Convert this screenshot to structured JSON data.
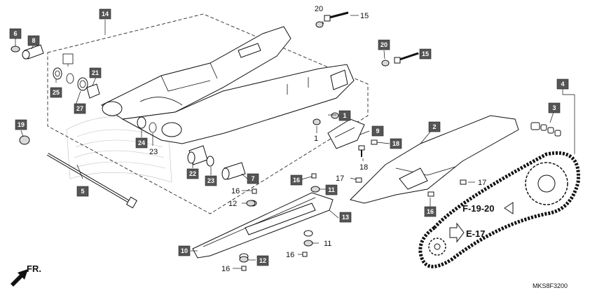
{
  "callouts": {
    "c1": "1",
    "c2": "2",
    "c3": "3",
    "c4": "4",
    "c5": "5",
    "c6": "6",
    "c7": "7",
    "c8": "8",
    "c9": "9",
    "c10": "10",
    "c11": "11",
    "c12": "12",
    "c13": "13",
    "c14": "14",
    "c15": "15",
    "c16": "16",
    "c18": "18",
    "c19": "19",
    "c20": "20",
    "c21": "21",
    "c22": "22",
    "c23": "23",
    "c24": "24",
    "c25": "25",
    "c27": "27"
  },
  "plain_labels": {
    "p20": "20",
    "p15": "15",
    "p1": "1",
    "p23": "23",
    "p18": "18",
    "p17a": "17",
    "p17b": "17",
    "p16a": "16",
    "p12": "12",
    "p11": "11",
    "p16b": "16",
    "p16c": "16"
  },
  "references": {
    "f": "F-19-20",
    "e": "E-17",
    "front": "FR."
  },
  "diagram_code": "MKS8F3200"
}
